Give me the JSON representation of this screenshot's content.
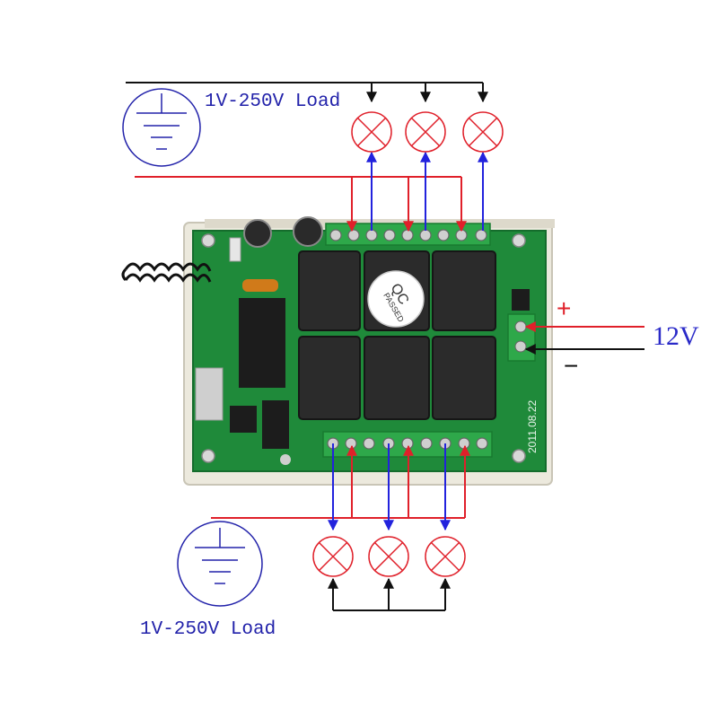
{
  "top_load_label": "1V-250V Load",
  "bottom_load_label": "1V-250V Load",
  "supply_voltage_label": "12V",
  "supply_positive_sign": "+",
  "supply_negative_sign": "−",
  "board": {
    "qc_sticker": {
      "line1": "QC",
      "line2": "PASSED"
    },
    "date_code": "2011.08.22",
    "relay_count": 6
  },
  "colors": {
    "line_wire": "#e0202a",
    "neutral_wire": "#111111",
    "lamp_wire": "#2222dd",
    "lamp": "#e0202a",
    "ground_symbol": "#2222aa",
    "label_text": "#2222aa",
    "pcb": "#1f8a3a",
    "relay": "#2b2b2b",
    "enclosure": "#ece9dd"
  }
}
